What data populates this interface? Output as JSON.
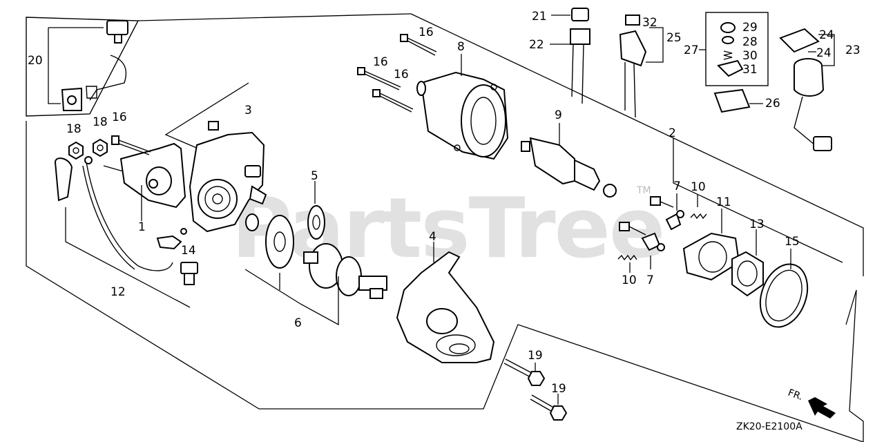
{
  "watermark": {
    "text": "PartsTree",
    "trademark": "TM"
  },
  "reference_code": "ZK20-E2100A",
  "direction_label": "FR.",
  "callouts": {
    "c1": "1",
    "c2": "2",
    "c3": "3",
    "c4": "4",
    "c5": "5",
    "c6": "6",
    "c7a": "7",
    "c7b": "7",
    "c8": "8",
    "c9": "9",
    "c10a": "10",
    "c10b": "10",
    "c11": "11",
    "c12": "12",
    "c13": "13",
    "c14": "14",
    "c15": "15",
    "c16a": "16",
    "c16b": "16",
    "c16c": "16",
    "c16d": "16",
    "c18a": "18",
    "c18b": "18",
    "c19a": "19",
    "c19b": "19",
    "c20": "20",
    "c21": "21",
    "c22": "22",
    "c23": "23",
    "c24a": "24",
    "c24b": "24",
    "c25": "25",
    "c26": "26",
    "c27": "27",
    "c28": "28",
    "c29": "29",
    "c30": "30",
    "c31": "31",
    "c32": "32"
  }
}
